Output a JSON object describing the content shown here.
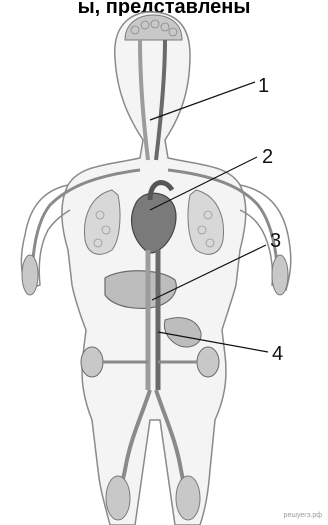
{
  "caption": "ы, представлены",
  "labels": [
    "1",
    "2",
    "3",
    "4"
  ],
  "watermark": "решуегэ.рф",
  "colors": {
    "outline": "#8a8a8a",
    "artery": "#9c9c9c",
    "vein": "#6a6a6a",
    "organ_fill": "#bdbdbd",
    "organ_dark": "#7a7a7a",
    "leader": "#111111"
  }
}
